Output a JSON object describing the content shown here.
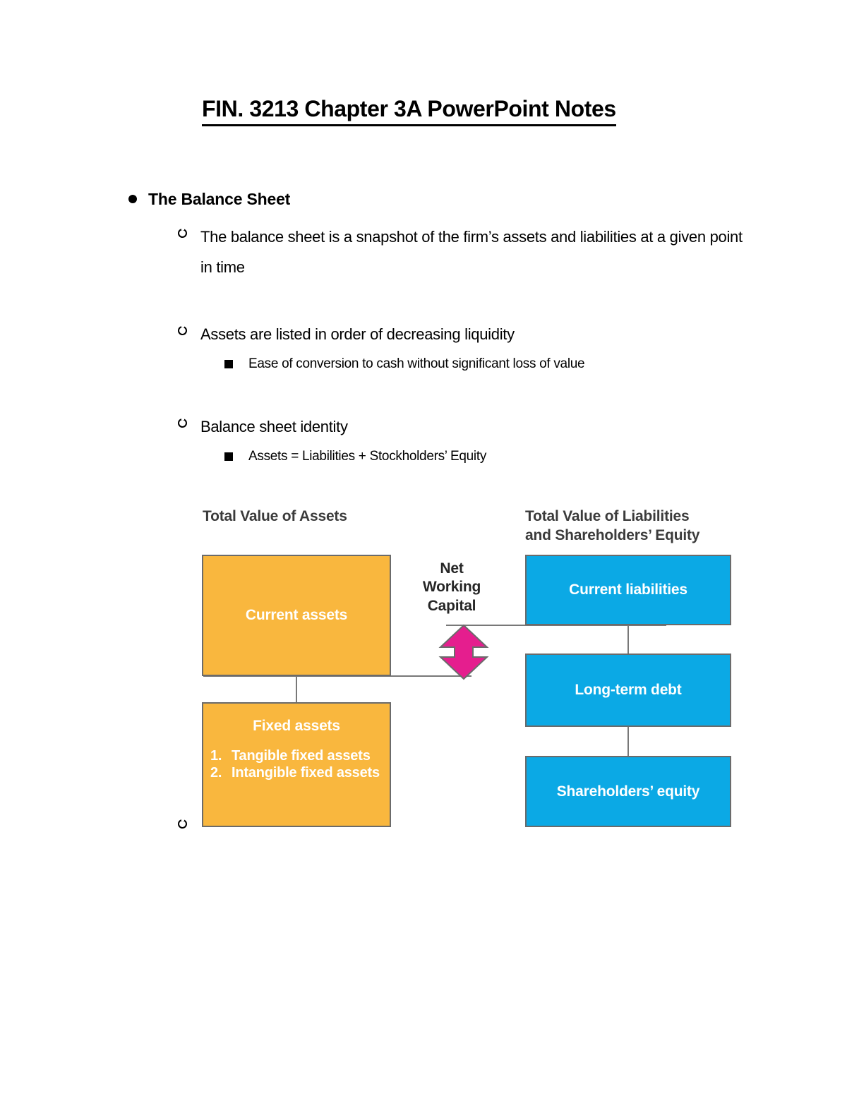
{
  "document": {
    "title": "FIN. 3213 Chapter 3A PowerPoint Notes"
  },
  "outline": [
    {
      "level": 1,
      "marker": "filled-disc",
      "text": "The Balance Sheet"
    },
    {
      "level": 2,
      "marker": "hollow-circle",
      "text": "The balance sheet is a snapshot of the firm’s assets and liabilities at a given point in time"
    },
    {
      "level": 2,
      "marker": "hollow-circle",
      "text": "Assets are listed in order of decreasing liquidity"
    },
    {
      "level": 3,
      "marker": "filled-square",
      "text": "Ease of conversion to cash without significant loss of value"
    },
    {
      "level": 2,
      "marker": "hollow-circle",
      "text": "Balance sheet identity"
    },
    {
      "level": 3,
      "marker": "filled-square",
      "text": "Assets = Liabilities + Stockholders’ Equity"
    },
    {
      "level": 2,
      "marker": "hollow-circle",
      "text": ""
    }
  ],
  "diagram": {
    "name": "balance-sheet-structure",
    "headings": {
      "assets": "Total Value of Assets",
      "liabilities_line1": "Total Value of Liabilities",
      "liabilities_line2": "and Shareholders’ Equity"
    },
    "net_working_capital": {
      "line1": "Net",
      "line2": "Working",
      "line3": "Capital"
    },
    "boxes": {
      "current_assets": "Current assets",
      "fixed_assets_title": "Fixed assets",
      "fixed_assets_items": [
        {
          "number": "1.",
          "text": "Tangible fixed assets"
        },
        {
          "number": "2.",
          "text": "Intangible fixed assets"
        }
      ],
      "current_liabilities": "Current liabilities",
      "long_term_debt": "Long-term debt",
      "shareholders_equity": "Shareholders’ equity"
    },
    "colors": {
      "assets_fill": "#F9B73E",
      "liabilities_fill": "#0BA9E5",
      "box_border": "#6B6B6B",
      "arrow_fill": "#E51E8E",
      "arrow_stroke": "#6B6B6B",
      "heading_text": "#3B3B3B",
      "box_text": "#FFFFFF",
      "connector": "#787878"
    }
  }
}
